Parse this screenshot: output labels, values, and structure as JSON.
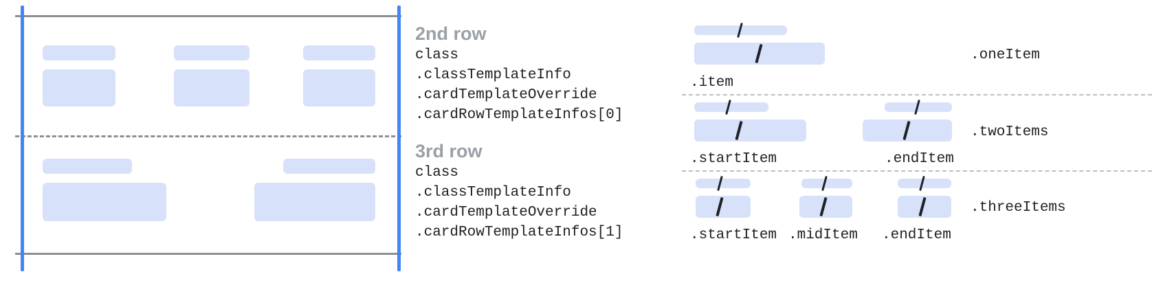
{
  "colors": {
    "placeholder": "#d7e1f9",
    "guide_blue": "#4285f4",
    "rule_grey": "#8a8f94",
    "dot_grey": "#b9bdc2",
    "title_grey": "#9aa0a6",
    "code_black": "#202124"
  },
  "left_diagram": {
    "name": "card-rows-preview",
    "rows": [
      {
        "name": "second-row-preview",
        "cells": [
          {
            "label_block": true,
            "body_block": true
          },
          {
            "label_block": true,
            "body_block": true
          },
          {
            "label_block": true,
            "body_block": true
          }
        ]
      },
      {
        "name": "third-row-preview",
        "cells": [
          {
            "label_block": true,
            "body_block": true
          },
          {
            "label_block": true,
            "body_block": true
          }
        ]
      }
    ]
  },
  "row_specs": [
    {
      "title": "2nd row",
      "lines": [
        "class",
        ".classTemplateInfo",
        ".cardTemplateOverride",
        ".cardRowTemplateInfos[0]"
      ]
    },
    {
      "title": "3rd row",
      "lines": [
        "class",
        ".classTemplateInfo",
        ".cardTemplateOverride",
        ".cardRowTemplateInfos[1]"
      ]
    }
  ],
  "right_diagram": {
    "groups": [
      {
        "group_label": ".oneItem",
        "items": [
          {
            "label": ".item"
          }
        ]
      },
      {
        "group_label": ".twoItems",
        "items": [
          {
            "label": ".startItem"
          },
          {
            "label": ".endItem"
          }
        ]
      },
      {
        "group_label": ".threeItems",
        "items": [
          {
            "label": ".startItem"
          },
          {
            "label": ".midItem"
          },
          {
            "label": ".endItem"
          }
        ]
      }
    ]
  }
}
